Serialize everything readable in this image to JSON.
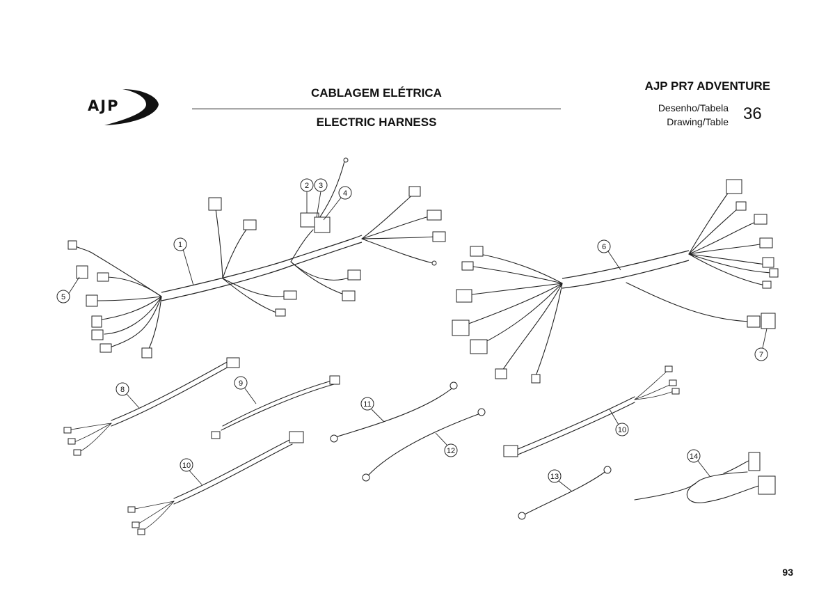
{
  "header": {
    "brand_logo": "AJP",
    "title_pt": "CABLAGEM ELÉTRICA",
    "title_en": "ELECTRIC HARNESS",
    "model": "AJP PR7 ADVENTURE",
    "table_label_pt": "Desenho/Tabela",
    "table_label_en": "Drawing/Table",
    "table_number": "36"
  },
  "callouts": [
    {
      "key": "c1",
      "label": "1"
    },
    {
      "key": "c2",
      "label": "2"
    },
    {
      "key": "c3",
      "label": "3"
    },
    {
      "key": "c4",
      "label": "4"
    },
    {
      "key": "c5",
      "label": "5"
    },
    {
      "key": "c6",
      "label": "6"
    },
    {
      "key": "c7",
      "label": "7"
    },
    {
      "key": "c8",
      "label": "8"
    },
    {
      "key": "c9",
      "label": "9"
    },
    {
      "key": "c10a",
      "label": "10"
    },
    {
      "key": "c10b",
      "label": "10"
    },
    {
      "key": "c11",
      "label": "11"
    },
    {
      "key": "c12",
      "label": "12"
    },
    {
      "key": "c13",
      "label": "13"
    },
    {
      "key": "c14",
      "label": "14"
    }
  ],
  "footer": {
    "page_number": "93"
  }
}
